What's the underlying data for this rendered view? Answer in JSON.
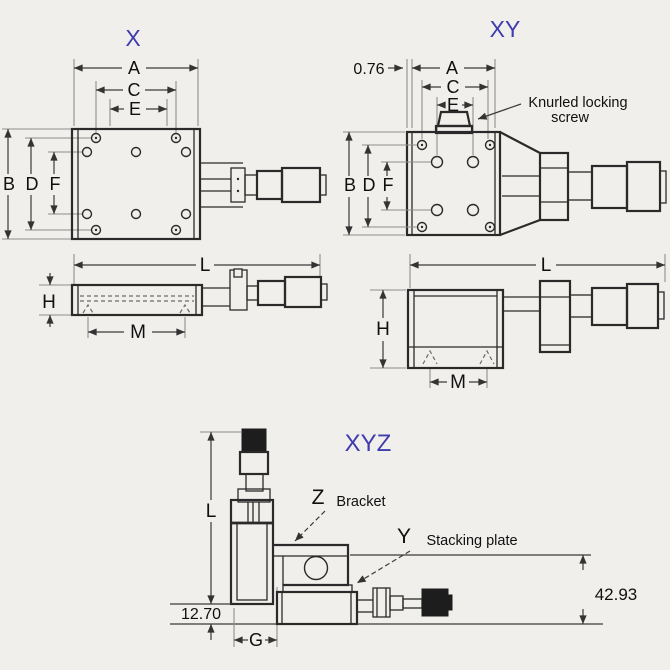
{
  "colors": {
    "background": "#f1efec",
    "line": "#2a2a2a",
    "dimension": "#3b3b3b",
    "extension": "#908e8b",
    "accent_blue": "#3e3cae",
    "dark_fill": "#1d1d1d"
  },
  "views": {
    "x_top": {
      "title": "X",
      "dim_a": "A",
      "dim_c": "C",
      "dim_e": "E",
      "dim_b": "B",
      "dim_d": "D",
      "dim_f": "F"
    },
    "xy_top": {
      "title": "XY",
      "offset_value": "0.76",
      "dim_a": "A",
      "dim_c": "C",
      "dim_e": "E",
      "dim_b": "B",
      "dim_d": "D",
      "dim_f": "F",
      "annotation": {
        "line1": "Knurled locking",
        "line2": "screw"
      }
    },
    "x_side": {
      "dim_l": "L",
      "dim_h": "H",
      "dim_m": "M"
    },
    "xy_side": {
      "dim_l": "L",
      "dim_h": "H",
      "dim_m": "M"
    },
    "xyz": {
      "title": "XYZ",
      "dim_l": "L",
      "dim_g": "G",
      "bottom_offset": "12.70",
      "stack_height": "42.93",
      "callout_z": {
        "prefix": "Z",
        "text": "Bracket"
      },
      "callout_y": {
        "prefix": "Y",
        "text": "Stacking plate"
      }
    }
  }
}
